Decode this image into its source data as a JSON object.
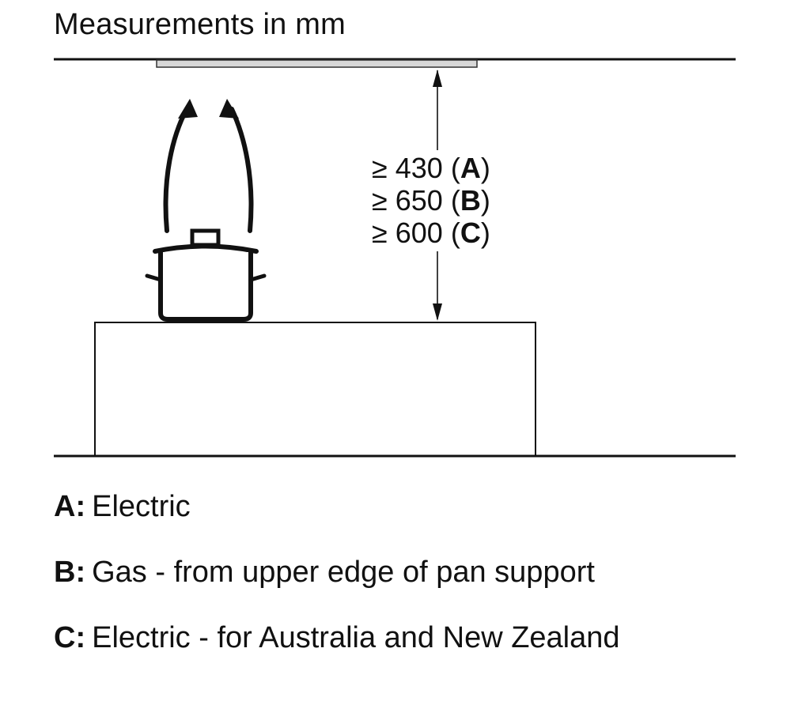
{
  "header": {
    "title": "Measurements in mm"
  },
  "dimension": {
    "lines": [
      {
        "symbol": "≥",
        "value": "430",
        "key": "A"
      },
      {
        "symbol": "≥",
        "value": "650",
        "key": "B"
      },
      {
        "symbol": "≥",
        "value": "600",
        "key": "C"
      }
    ]
  },
  "legend": [
    {
      "key": "A:",
      "text": "Electric"
    },
    {
      "key": "B:",
      "text": "Gas - from upper edge of pan support"
    },
    {
      "key": "C:",
      "text": "Electric - for Australia and New Zealand"
    }
  ]
}
